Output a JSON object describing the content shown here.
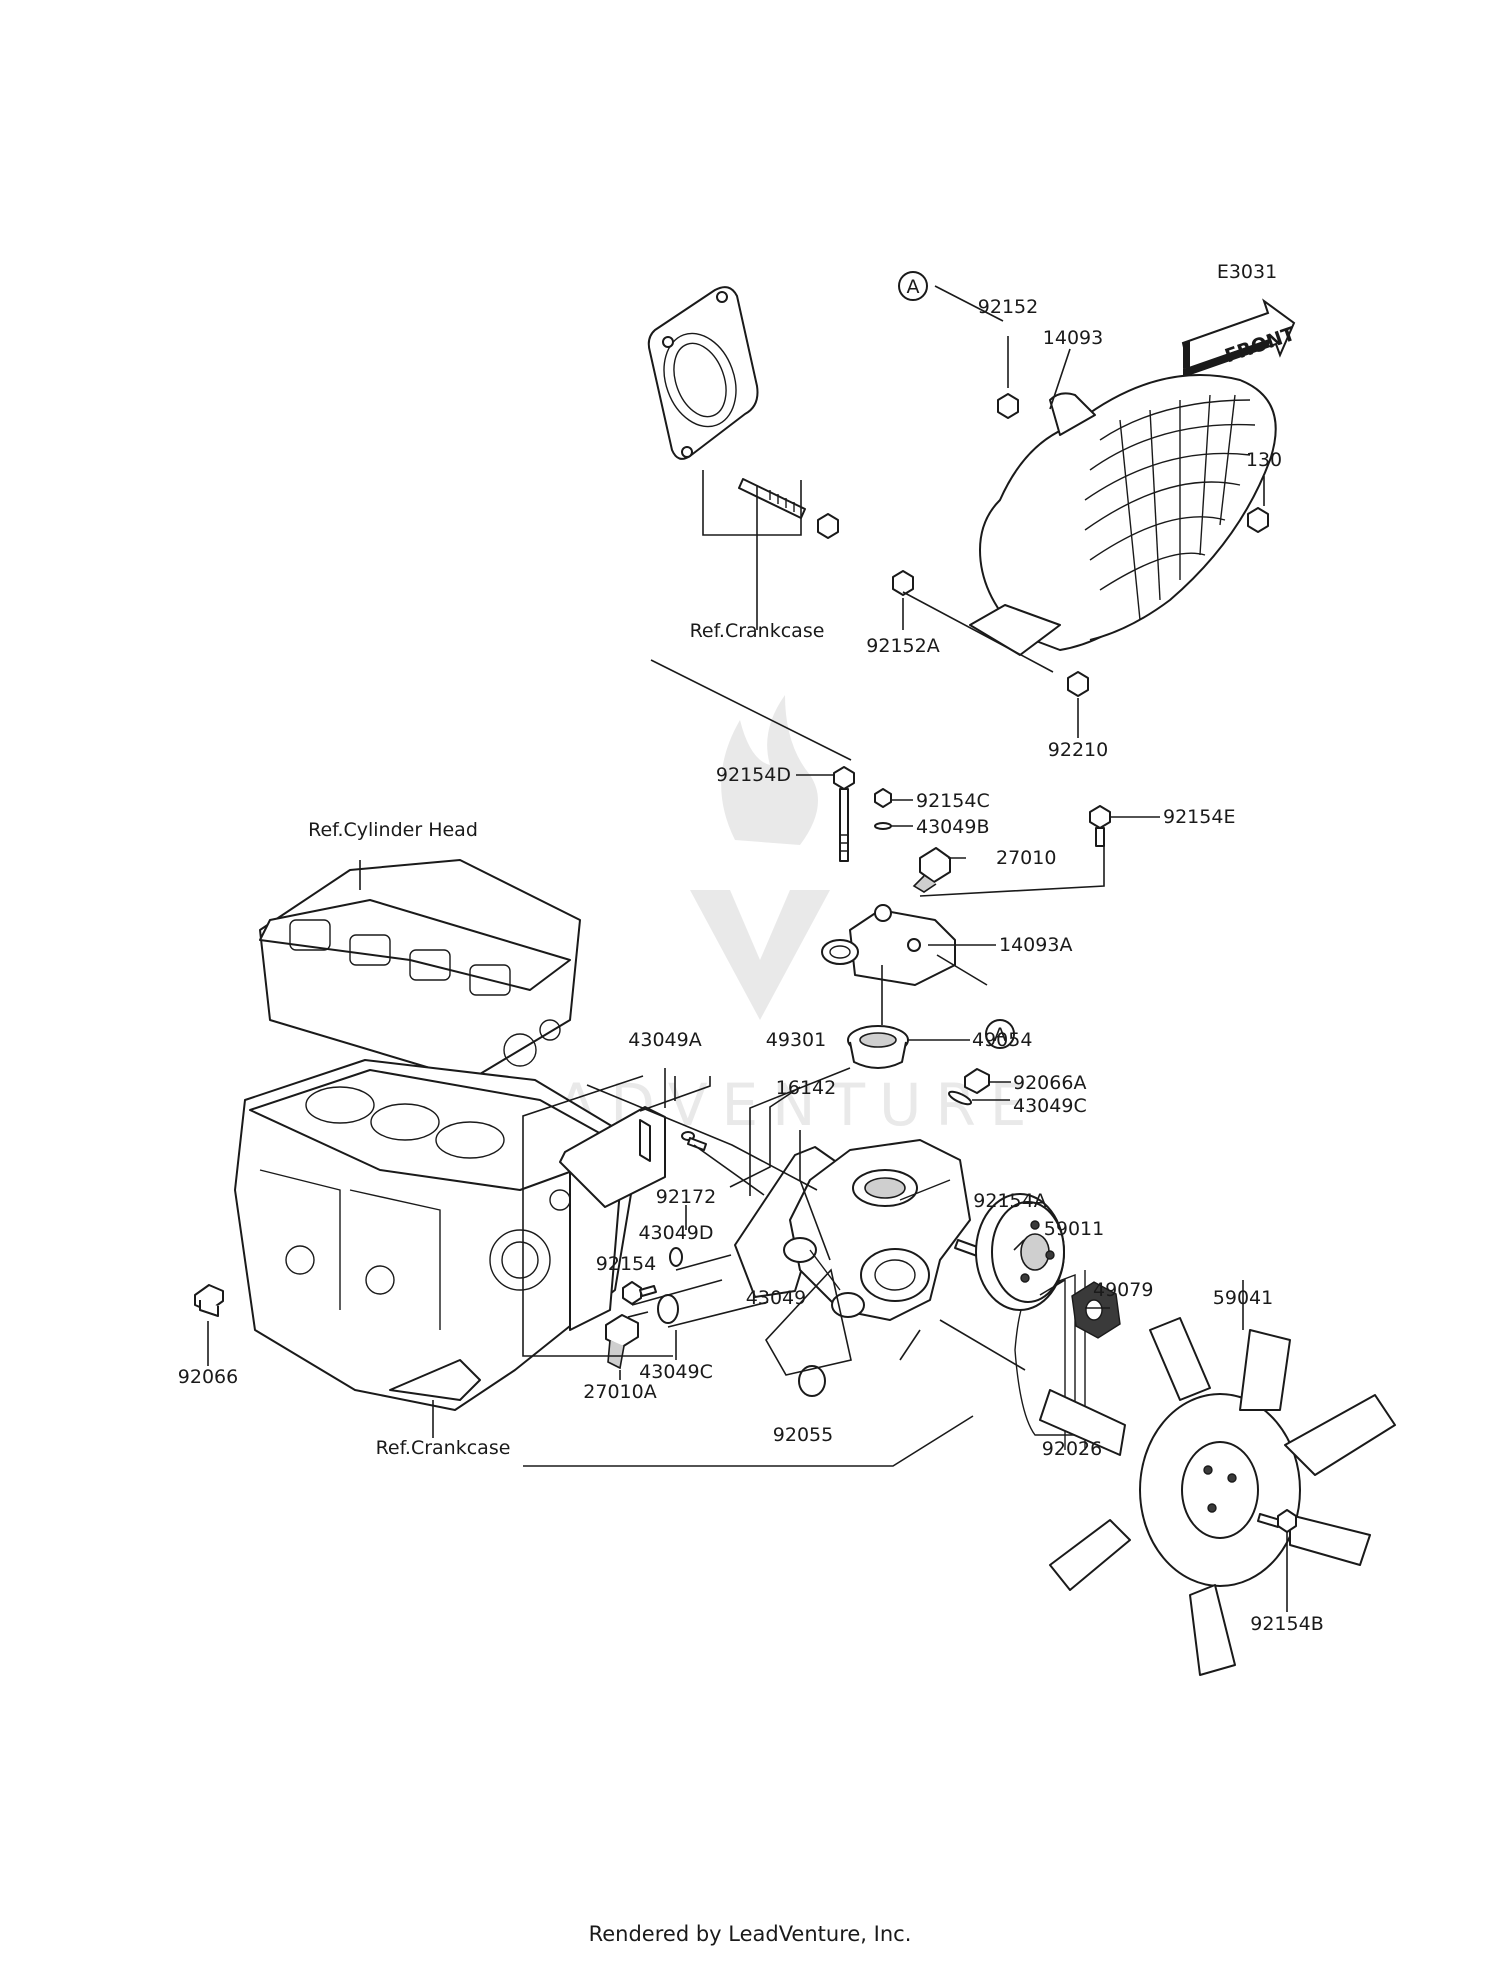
{
  "diagram": {
    "code": "E3031",
    "front_label": "FRONT",
    "ref_labels": {
      "crankcase_top": "Ref.Crankcase",
      "cylinder_head": "Ref.Cylinder Head",
      "crankcase_bottom": "Ref.Crankcase"
    },
    "marker_a": "A",
    "parts": {
      "p92152": "92152",
      "p14093": "14093",
      "p130": "130",
      "p92152A": "92152A",
      "p92210": "92210",
      "p92154D": "92154D",
      "p92154C": "92154C",
      "p43049B": "43049B",
      "p27010": "27010",
      "p92154E": "92154E",
      "p14093A": "14093A",
      "p49054": "49054",
      "p92066A": "92066A",
      "p43049C_top": "43049C",
      "p43049A": "43049A",
      "p49301": "49301",
      "p16142": "16142",
      "p92172": "92172",
      "p43049D": "43049D",
      "p92154": "92154",
      "p43049": "43049",
      "p92154A": "92154A",
      "p59011": "59011",
      "p59041": "59041",
      "p49079": "49079",
      "p92066": "92066",
      "p27010A": "27010A",
      "p43049C_bot": "43049C",
      "p92055": "92055",
      "p92026": "92026",
      "p92154B": "92154B"
    }
  },
  "footer": "Rendered by LeadVenture, Inc.",
  "watermark": "LEADVENTURE"
}
